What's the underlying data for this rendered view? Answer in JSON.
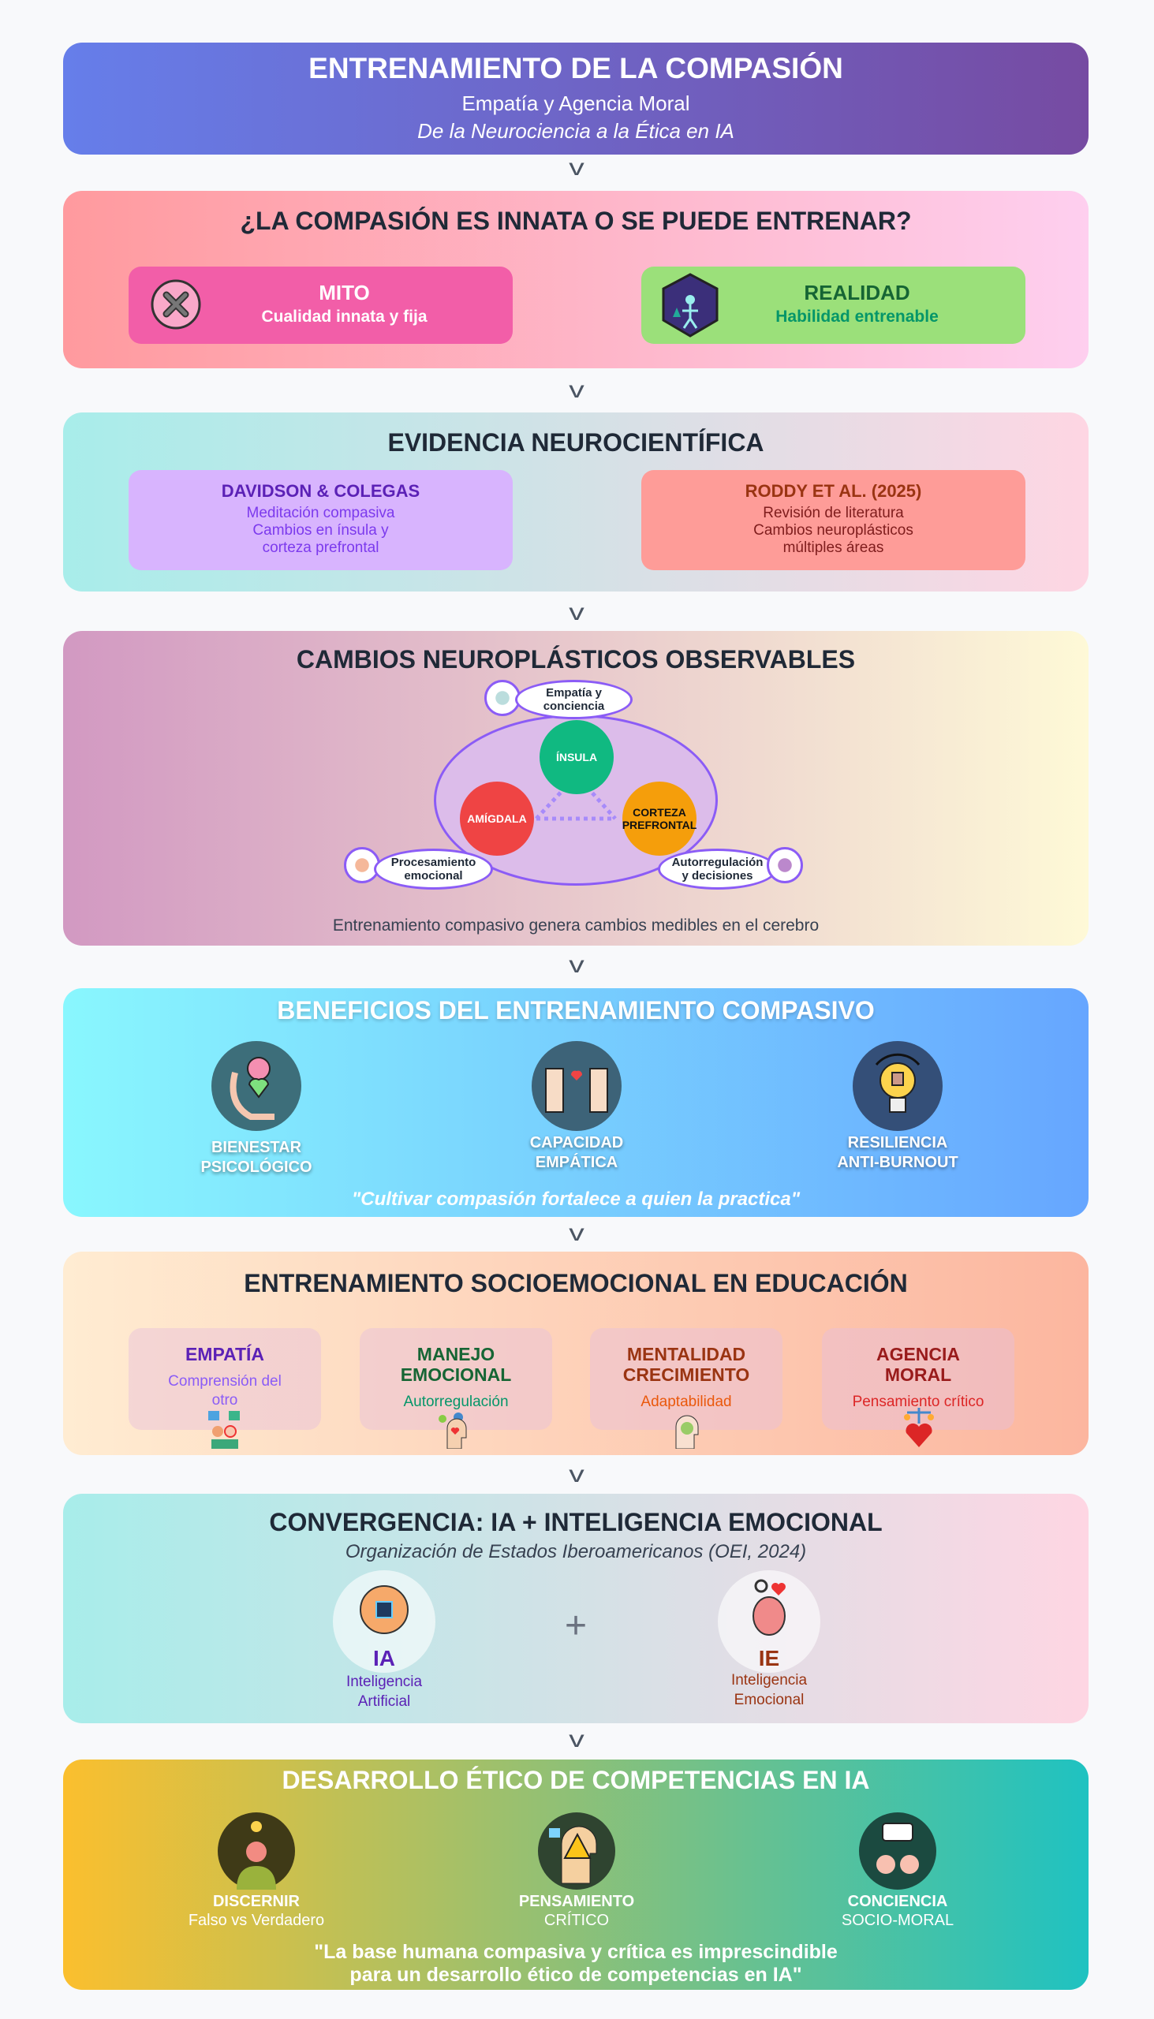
{
  "header": {
    "title": "ENTRENAMIENTO DE LA COMPASIÓN",
    "subtitle": "Empatía y Agencia Moral",
    "tagline": "De la Neurociencia a la Ética en IA"
  },
  "chevron": "v",
  "question": {
    "title": "¿LA COMPASIÓN ES INNATA O SE PUEDE ENTRENAR?",
    "myth": {
      "title": "MITO",
      "text": "Cualidad innata y fija"
    },
    "reality": {
      "title": "REALIDAD",
      "text": "Habilidad entrenable"
    }
  },
  "evidence": {
    "title": "EVIDENCIA NEUROCIENTÍFICA",
    "cards": [
      {
        "title": "DAVIDSON & COLEGAS",
        "lines": [
          "Meditación compasiva",
          "Cambios en ínsula y",
          "corteza prefrontal"
        ]
      },
      {
        "title": "RODDY ET AL. (2025)",
        "lines": [
          "Revisión de literatura",
          "Cambios neuroplásticos",
          "múltiples áreas"
        ]
      }
    ]
  },
  "neuro": {
    "title": "CAMBIOS NEUROPLÁSTICOS OBSERVABLES",
    "regions": {
      "insula": "ÍNSULA",
      "amygdala": "AMÍGDALA",
      "cortex_1": "CORTEZA",
      "cortex_2": "PREFRONTAL"
    },
    "functions": {
      "empathy": [
        "Empatía y",
        "conciencia"
      ],
      "processing": [
        "Procesamiento",
        "emocional"
      ],
      "regulation": [
        "Autorregulación",
        "y decisiones"
      ]
    },
    "caption": "Entrenamiento compasivo genera cambios medibles en el cerebro",
    "colors": {
      "insula": "#10b981",
      "amygdala": "#ef4444",
      "cortex": "#f59e0b"
    }
  },
  "benefits": {
    "title": "BENEFICIOS DEL ENTRENAMIENTO COMPASIVO",
    "items": [
      {
        "l1": "BIENESTAR",
        "l2": "PSICOLÓGICO",
        "icon": "wellbeing-icon"
      },
      {
        "l1": "CAPACIDAD",
        "l2": "EMPÁTICA",
        "icon": "empathy-icon"
      },
      {
        "l1": "RESILIENCIA",
        "l2": "ANTI-BURNOUT",
        "icon": "resilience-icon"
      }
    ],
    "quote": "\"Cultivar compasión fortalece a quien la practica\""
  },
  "education": {
    "title": "ENTRENAMIENTO SOCIOEMOCIONAL EN EDUCACIÓN",
    "cards": [
      {
        "t1": "EMPATÍA",
        "t2": "",
        "d1": "Comprensión del",
        "d2": "otro",
        "color": "#5b21b6",
        "dcolor": "#8b5cf6"
      },
      {
        "t1": "MANEJO",
        "t2": "EMOCIONAL",
        "d1": "Autorregulación",
        "d2": "",
        "color": "#166534",
        "dcolor": "#059669"
      },
      {
        "t1": "MENTALIDAD",
        "t2": "CRECIMIENTO",
        "d1": "Adaptabilidad",
        "d2": "",
        "color": "#9a3412",
        "dcolor": "#ea580c"
      },
      {
        "t1": "AGENCIA",
        "t2": "MORAL",
        "d1": "Pensamiento crítico",
        "d2": "",
        "color": "#991b1b",
        "dcolor": "#dc2626"
      }
    ]
  },
  "convergence": {
    "title": "CONVERGENCIA: IA + INTELIGENCIA EMOCIONAL",
    "source": "Organización de Estados Iberoamericanos (OEI, 2024)",
    "plus": "+",
    "ai": {
      "abbr": "IA",
      "l1": "Inteligencia",
      "l2": "Artificial"
    },
    "ei": {
      "abbr": "IE",
      "l1": "Inteligencia",
      "l2": "Emocional"
    }
  },
  "ethics": {
    "title": "DESARROLLO ÉTICO DE COMPETENCIAS EN IA",
    "items": [
      {
        "t": "DISCERNIR",
        "s": "Falso vs Verdadero"
      },
      {
        "t": "PENSAMIENTO",
        "s": "CRÍTICO"
      },
      {
        "t": "CONCIENCIA",
        "s": "SOCIO-MORAL"
      }
    ],
    "quote1": "\"La base humana compasiva y crítica es imprescindible",
    "quote2": "para un desarrollo ético de competencias en IA\""
  }
}
